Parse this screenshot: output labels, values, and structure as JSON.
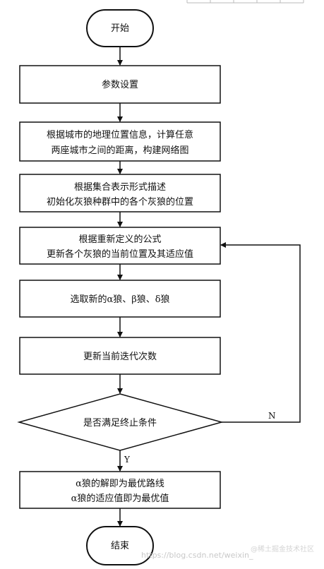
{
  "nodes": {
    "start": "开始",
    "params": "参数设置",
    "distance": [
      "根据城市的地理位置信息，计算任意",
      "两座城市之间的距离，构建网络图"
    ],
    "init": [
      "根据集合表示形式描述",
      "初始化灰狼种群中的各个灰狼的位置"
    ],
    "update": [
      "根据重新定义的公式",
      "更新各个灰狼的当前位置及其适应值"
    ],
    "select": "选取新的α狼、β狼、δ狼",
    "iter": "更新当前迭代次数",
    "decision": "是否满足终止条件",
    "result": [
      "α狼的解即为最优路线",
      "α狼的适应值即为最优值"
    ],
    "end": "结束"
  },
  "labels": {
    "no": "N",
    "yes": "Y"
  },
  "watermark": {
    "url": "https://blog.csdn.net/weixin_",
    "brand": "@稀土掘金技术社区"
  },
  "colors": {
    "stroke": "#111111",
    "text": "#111111",
    "watermark": "#c9c9c9"
  }
}
